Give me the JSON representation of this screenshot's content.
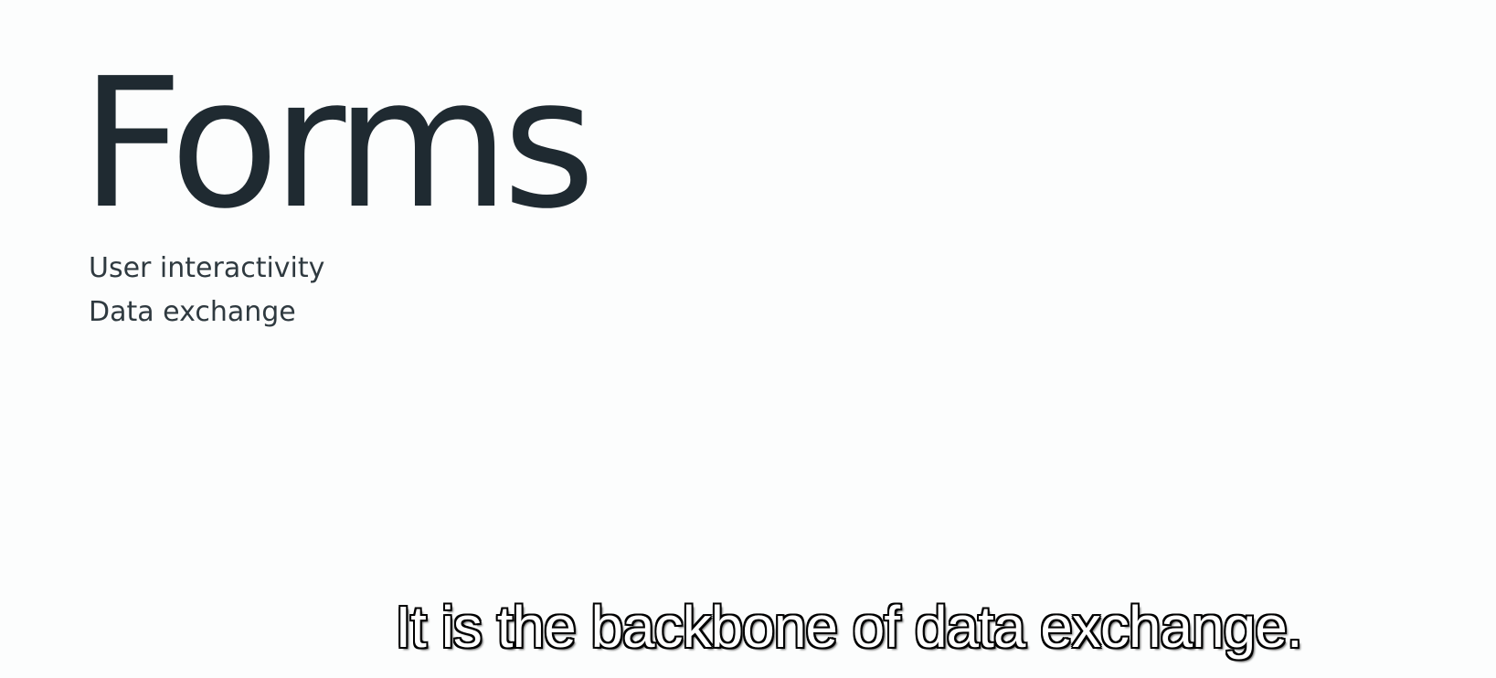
{
  "slide": {
    "title": "Forms",
    "bullets": [
      "User interactivity",
      "Data exchange"
    ]
  },
  "subtitle": {
    "text": "It is the backbone of data exchange."
  }
}
